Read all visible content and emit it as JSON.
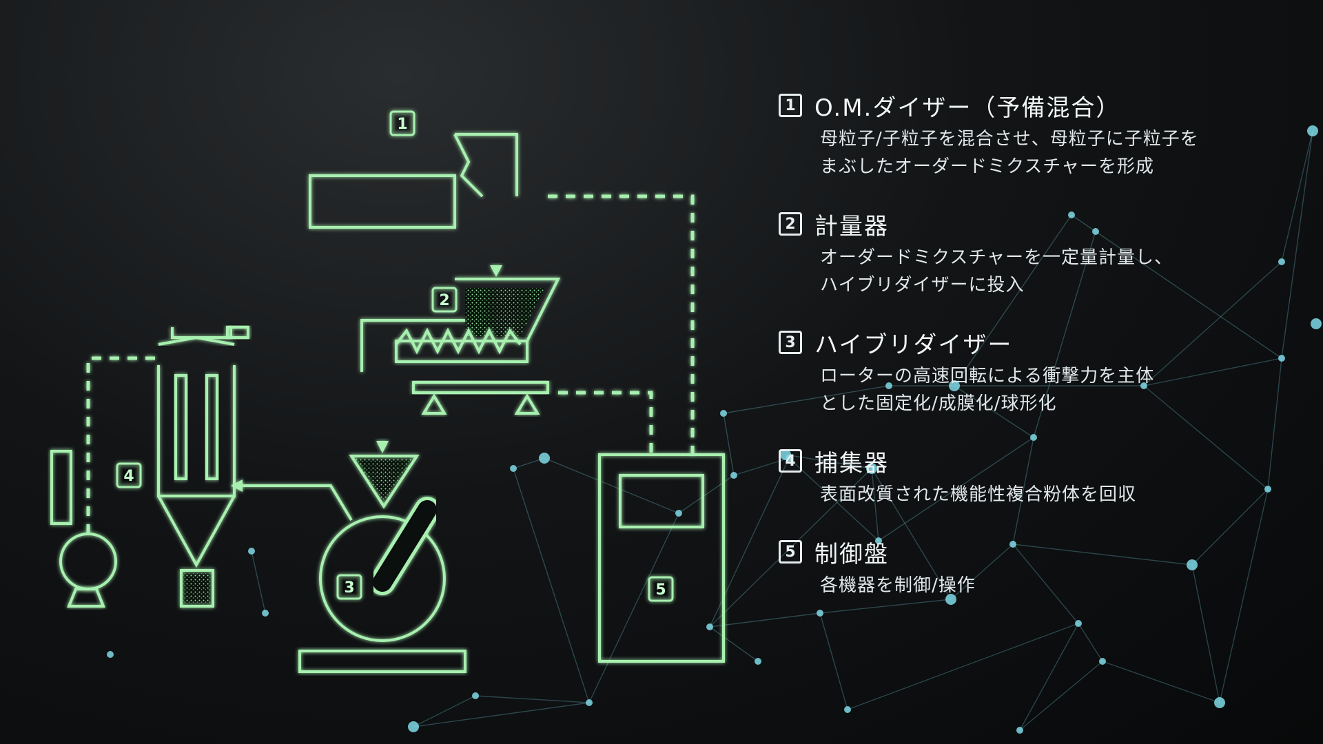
{
  "colors": {
    "accent": "#a8f0b0",
    "text": "#f0f4f5",
    "network": "#7fd9e6"
  },
  "diagram": {
    "labels": [
      "1",
      "2",
      "3",
      "4",
      "5"
    ]
  },
  "legend": {
    "items": [
      {
        "num": "1",
        "title": "O.M.ダイザー（予備混合）",
        "lines": [
          "母粒子/子粒子を混合させ、母粒子に子粒子を",
          "まぶしたオーダードミクスチャーを形成"
        ]
      },
      {
        "num": "2",
        "title": "計量器",
        "lines": [
          "オーダードミクスチャーを一定量計量し、",
          "ハイブリダイザーに投入"
        ]
      },
      {
        "num": "3",
        "title": "ハイブリダイザー",
        "lines": [
          "ローターの高速回転による衝撃力を主体",
          "とした固定化/成膜化/球形化"
        ]
      },
      {
        "num": "4",
        "title": "捕集器",
        "lines": [
          "表面改質された機能性複合粉体を回収"
        ]
      },
      {
        "num": "5",
        "title": "制御盤",
        "lines": [
          "各機器を制御/操作"
        ]
      }
    ]
  }
}
